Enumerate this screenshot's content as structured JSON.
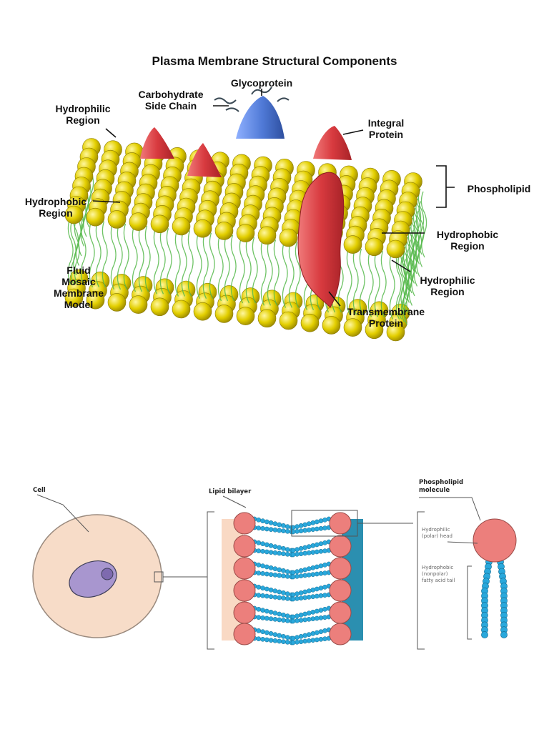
{
  "top_figure": {
    "title": "Plasma Membrane Structural Components",
    "labels": {
      "glycoprotein": "Glycoprotein",
      "carbohydrate_side_chain": "Carbohydrate\nSide Chain",
      "hydrophilic_region_top": "Hydrophilic\nRegion",
      "integral_protein": "Integral\nProtein",
      "phospholipid": "Phospholipid",
      "hydrophobic_region_left": "Hydrophobic\nRegion",
      "hydrophobic_region_right": "Hydrophobic\nRegion",
      "fluid_mosaic_model": "Fluid\nMosaic\nMembrane\nModel",
      "hydrophilic_region_bottom": "Hydrophilic\nRegion",
      "transmembrane_protein": "Transmembrane\nProtein"
    },
    "colors": {
      "head": "#e6d400",
      "tail": "#55b84a",
      "protein": "#d83a3f",
      "glycoprotein": "#4f79d6"
    }
  },
  "bottom_figure": {
    "labels": {
      "cell": "Cell",
      "lipid_bilayer": "Lipid bilayer",
      "phospholipid_molecule": "Phospholipid\nmolecule",
      "hydrophilic_head": "Hydrophilic\n(polar) head",
      "hydrophobic_tail": "Hydrophobic\n(nonpolar)\nfatty acid tail"
    },
    "colors": {
      "cell": "#f7dcc8",
      "nucleus": "#a896cf",
      "head": "#ec7f7c",
      "tail": "#29a8dc",
      "inside": "#2b8fb0"
    }
  }
}
